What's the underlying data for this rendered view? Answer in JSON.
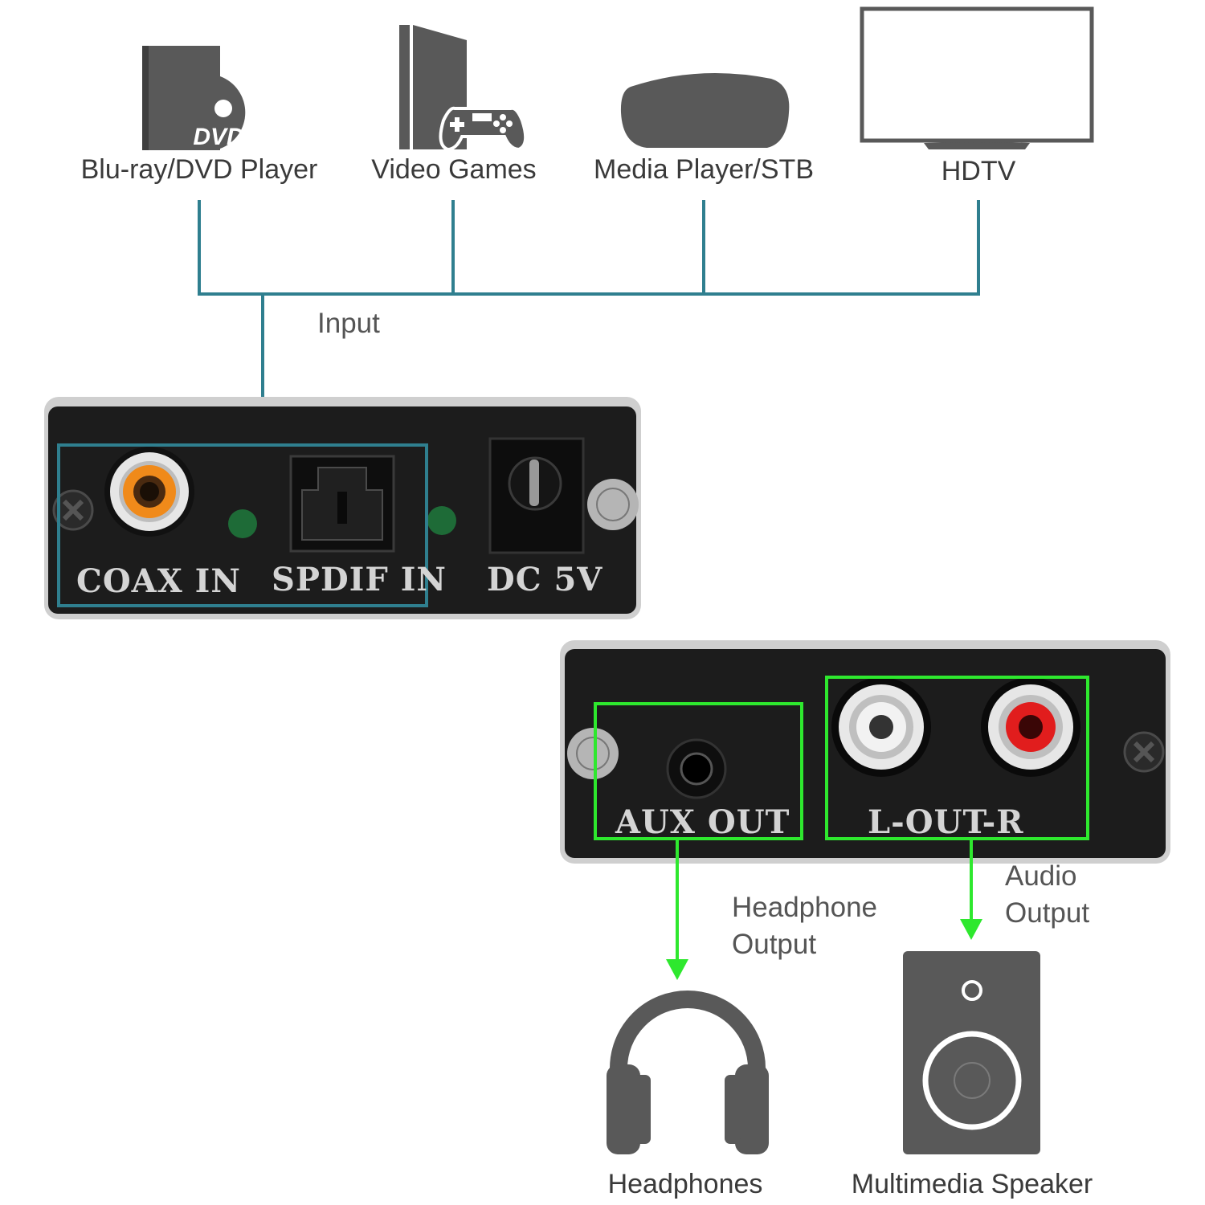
{
  "sources": [
    {
      "label": "Blu-ray/DVD Player",
      "icon": "dvd-player-icon",
      "logo_text": "DVD"
    },
    {
      "label": "Video Games",
      "icon": "game-console-icon"
    },
    {
      "label": "Media Player/STB",
      "icon": "media-box-icon"
    },
    {
      "label": "HDTV",
      "icon": "tv-icon"
    }
  ],
  "input_label": "Input",
  "input_panel": {
    "coax_label": "COAX IN",
    "spdif_label": "SPDIF IN",
    "dc_label": "DC 5V"
  },
  "output_panel": {
    "aux_label": "AUX OUT",
    "rca_label": "L-OUT-R"
  },
  "headphone_output_label": [
    "Headphone",
    "Output"
  ],
  "audio_output_label": [
    "Audio",
    "Output"
  ],
  "outputs": [
    {
      "label": "Headphones",
      "icon": "headphones-icon"
    },
    {
      "label": "Multimedia Speaker",
      "icon": "speaker-icon"
    }
  ],
  "colors": {
    "input_line": "#2f7f8f",
    "output_line": "#2ee82e",
    "panel": "#1b1b1b",
    "icon_gray": "#595959"
  }
}
